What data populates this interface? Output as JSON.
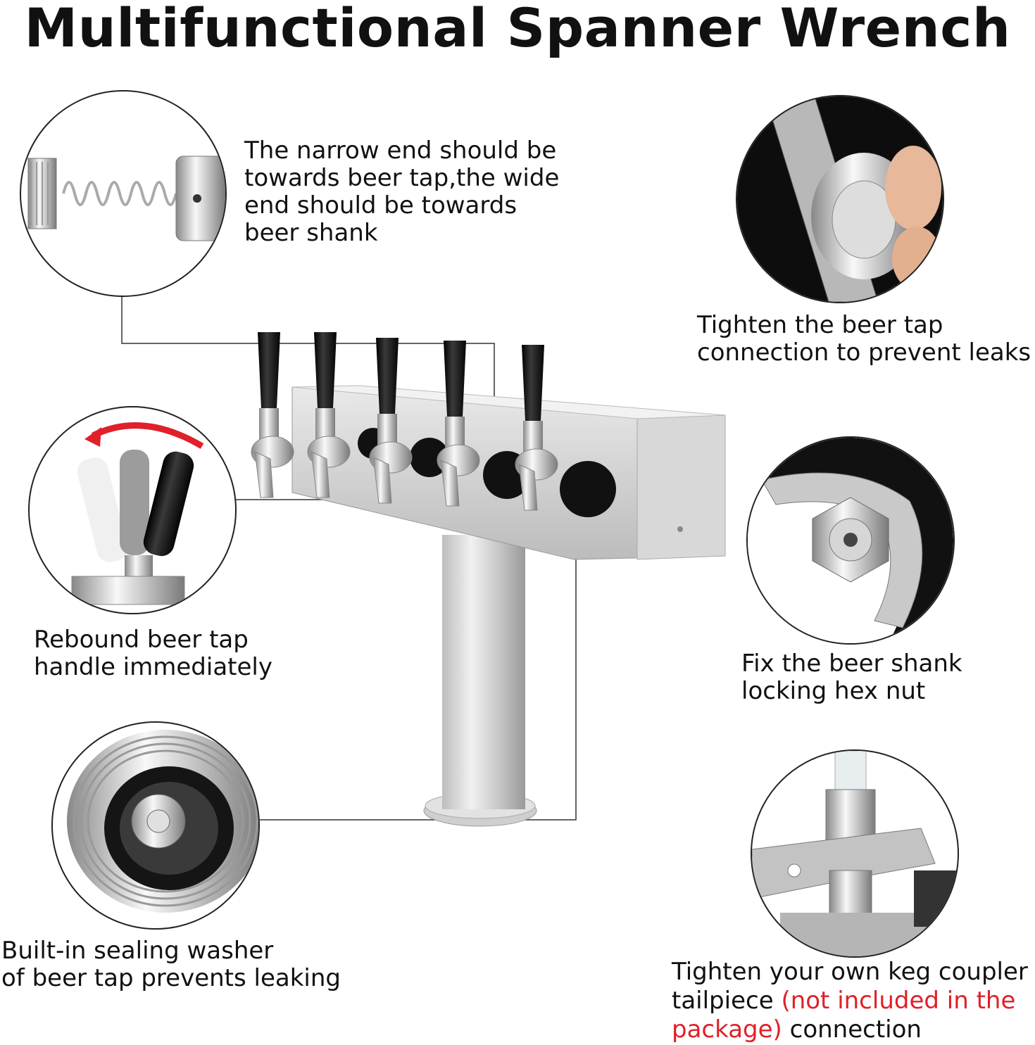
{
  "title": "Multifunctional Spanner Wrench",
  "callouts": {
    "narrow_end": [
      "The narrow end should be",
      "towards beer tap,the wide",
      "end should be towards",
      "beer shank"
    ],
    "tighten_tap": [
      "Tighten the beer tap",
      "connection to prevent leaks"
    ],
    "rebound": [
      "Rebound beer tap",
      "handle immediately"
    ],
    "hex_nut": [
      "Fix the beer shank",
      "locking hex nut"
    ],
    "washer": [
      "Built-in sealing washer",
      "of beer tap prevents leaking"
    ],
    "coupler": {
      "line1": "Tighten your own keg coupler",
      "line2_start": "tailpiece ",
      "line2_red": "(not included in the",
      "line3_red": "package)",
      "line3_end": " connection"
    }
  },
  "colors": {
    "accent_red": "#e0202a",
    "steel": "#c9c9c9",
    "handle": "#111111"
  },
  "icons": [
    "spring-shank-icon",
    "wrench-tap-icon",
    "handle-rebound-icon",
    "hex-nut-icon",
    "washer-icon",
    "coupler-wrench-icon",
    "beer-tower-icon"
  ]
}
